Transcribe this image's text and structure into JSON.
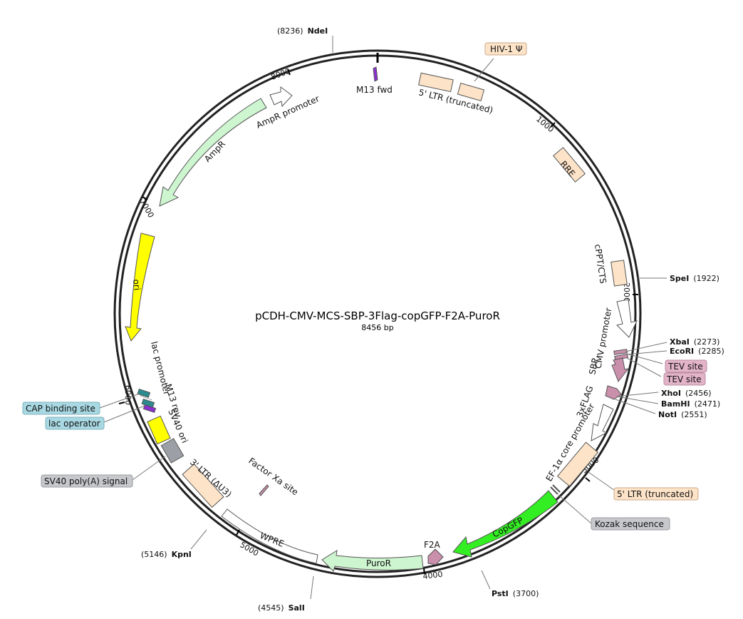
{
  "title": "pCDH-CMV-MCS-SBP-3Flag-copGFP-F2A-PuroR",
  "length_label": "8456 bp",
  "ticks": [
    "1000",
    "2000",
    "3000",
    "4000",
    "5000",
    "6000",
    "7000",
    "8000"
  ],
  "sites": [
    {
      "name": "NdeI",
      "pos": "(8236)"
    },
    {
      "name": "SpeI",
      "pos": "(1922)"
    },
    {
      "name": "XbaI",
      "pos": "(2273)"
    },
    {
      "name": "EcoRI",
      "pos": "(2285)"
    },
    {
      "name": "XhoI",
      "pos": "(2456)"
    },
    {
      "name": "BamHI",
      "pos": "(2471)"
    },
    {
      "name": "NotI",
      "pos": "(2551)"
    },
    {
      "name": "PstI",
      "pos": "(3700)"
    },
    {
      "name": "SalI",
      "pos": "(4545)"
    },
    {
      "name": "KpnI",
      "pos": "(5146)"
    }
  ],
  "callouts": [
    "HIV-1 Ψ",
    "TEV site",
    "TEV site",
    "5' LTR (truncated)",
    "Kozak sequence",
    "SV40 poly(A) signal",
    "CAP binding site",
    "lac operator"
  ],
  "features": [
    "M13 fwd",
    "5' LTR (truncated)",
    "RRE",
    "cPPT/CTS",
    "CMV promoter",
    "SBP",
    "3xFLAG",
    "EF-1α core promoter",
    "CopGFP",
    "F2A",
    "PuroR",
    "WPRE",
    "Factor Xa site",
    "3' LTR (ΔU3)",
    "SV40 ori",
    "M13 rev",
    "lac promoter",
    "ori",
    "AmpR",
    "AmpR promoter"
  ],
  "colors": {
    "ltr": "#fde3c8",
    "ampr": "#cdf5cf",
    "ori": "#ffff00",
    "copgfp": "#33ee22",
    "tag": "#c98fab",
    "polyA": "#9ca0a6",
    "cap": "#2c8b8f",
    "callout_blue": "#a8d8e2"
  }
}
